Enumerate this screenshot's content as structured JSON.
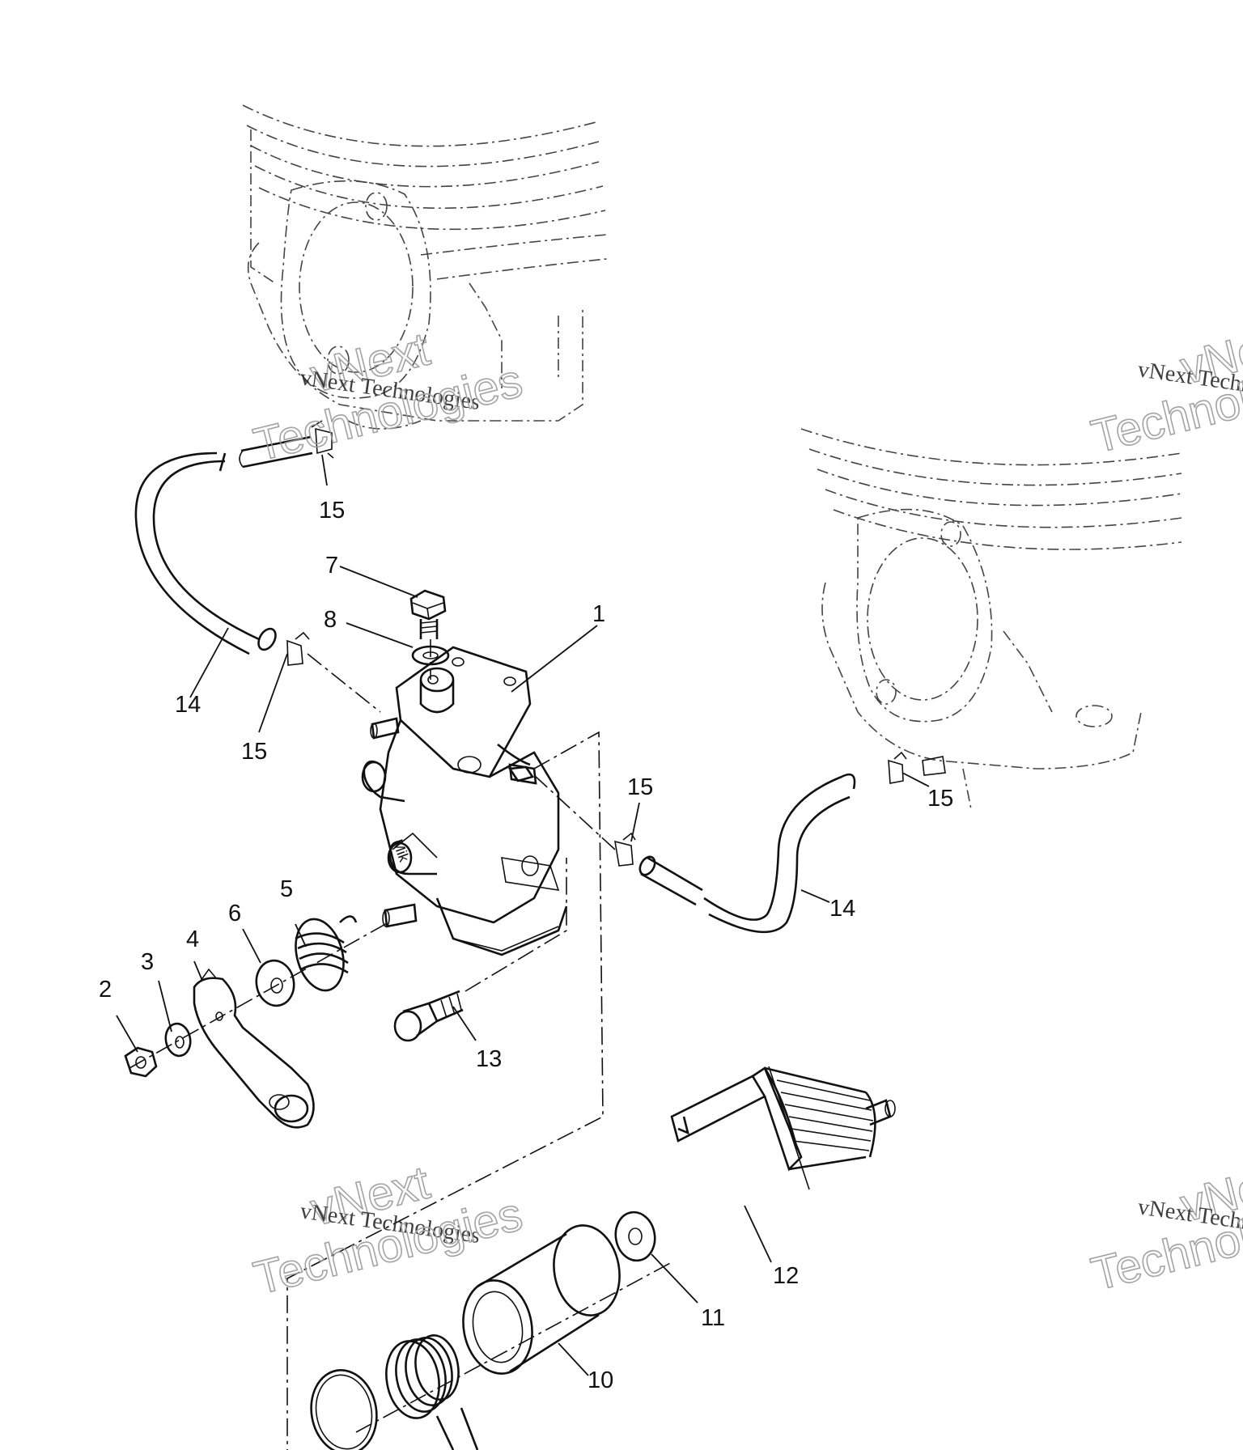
{
  "callouts": [
    {
      "id": "p1",
      "label": "1"
    },
    {
      "id": "p2",
      "label": "2"
    },
    {
      "id": "p3",
      "label": "3"
    },
    {
      "id": "p4",
      "label": "4"
    },
    {
      "id": "p5",
      "label": "5"
    },
    {
      "id": "p6",
      "label": "6"
    },
    {
      "id": "p7",
      "label": "7"
    },
    {
      "id": "p8",
      "label": "8"
    },
    {
      "id": "p10",
      "label": "10"
    },
    {
      "id": "p11",
      "label": "11"
    },
    {
      "id": "p12",
      "label": "12"
    },
    {
      "id": "p13",
      "label": "13"
    },
    {
      "id": "p14a",
      "label": "14"
    },
    {
      "id": "p14b",
      "label": "14"
    },
    {
      "id": "p15a",
      "label": "15"
    },
    {
      "id": "p15b",
      "label": "15"
    },
    {
      "id": "p15c",
      "label": "15"
    },
    {
      "id": "p15d",
      "label": "15"
    }
  ],
  "watermark": {
    "text": "vNext Technologies",
    "word1": "vNext",
    "word2": "Technologies"
  }
}
